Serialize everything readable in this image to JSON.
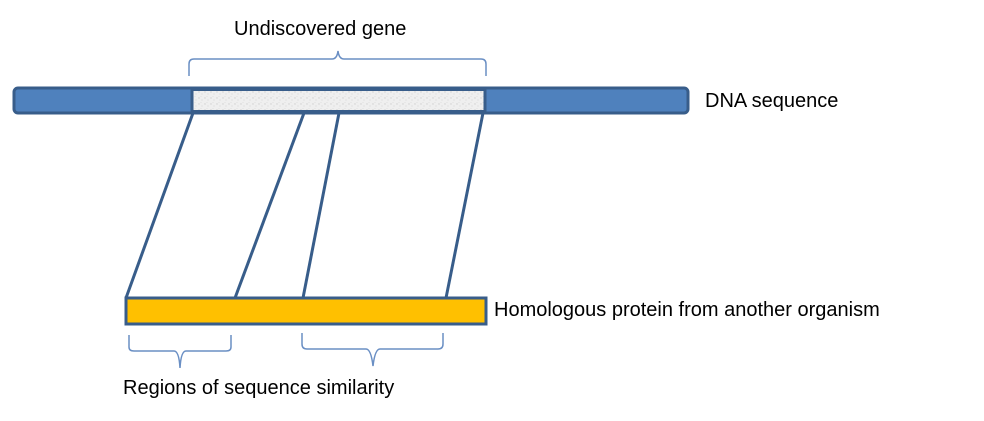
{
  "labels": {
    "gene": "Undiscovered gene",
    "dna": "DNA sequence",
    "protein": "Homologous protein from another organism",
    "regions": "Regions of sequence similarity"
  },
  "colors": {
    "dna_fill": "#4f81bd",
    "outline": "#385d8a",
    "gene_fill": "#eeeeee",
    "protein_fill": "#ffc000",
    "brace": "#6a8fc4"
  }
}
